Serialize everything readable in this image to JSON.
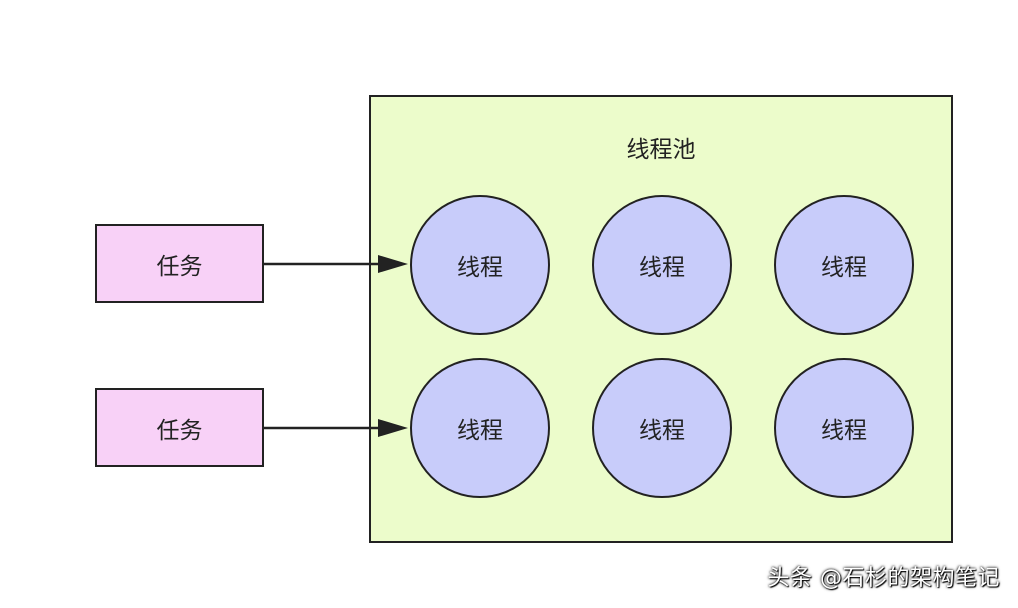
{
  "pool": {
    "title": "线程池"
  },
  "tasks": [
    {
      "label": "任务"
    },
    {
      "label": "任务"
    }
  ],
  "threads": [
    {
      "label": "线程"
    },
    {
      "label": "线程"
    },
    {
      "label": "线程"
    },
    {
      "label": "线程"
    },
    {
      "label": "线程"
    },
    {
      "label": "线程"
    }
  ],
  "watermark": {
    "text": "头条 @石杉的架构笔记"
  },
  "colors": {
    "pool_fill": "#ecfccb",
    "task_fill": "#f8d1f7",
    "thread_fill": "#c8ccfa",
    "stroke": "#222222"
  }
}
